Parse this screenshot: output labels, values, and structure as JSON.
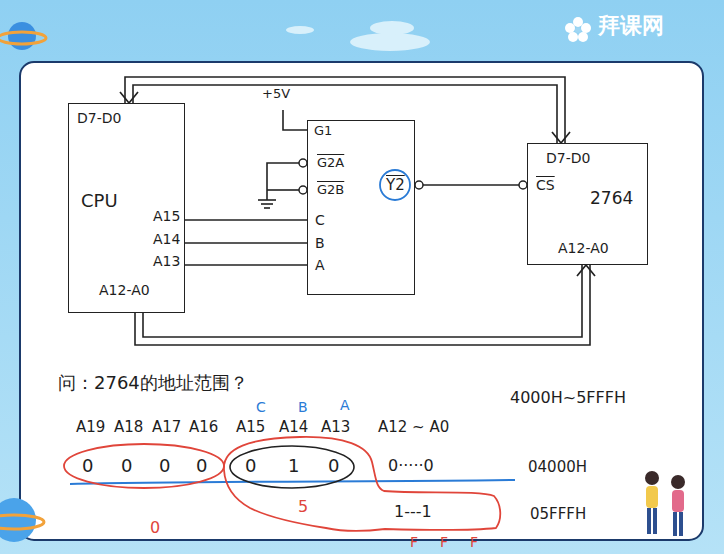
{
  "diagram": {
    "nodes": [
      {
        "text": [
          "D7-D0",
          "CPU",
          "A15",
          "A14",
          "A13",
          "A12-A0"
        ]
      },
      {
        "text": [
          "G1",
          "G2A",
          "G2B",
          "C",
          "B",
          "A",
          "Y2"
        ]
      },
      {
        "text": [
          "D7-D0",
          "CS",
          "2764",
          "A12-A0"
        ]
      }
    ],
    "edges": [
      {
        "from": 0,
        "to": 2,
        "arrow": "both"
      },
      {
        "from": 0,
        "to": 2,
        "arrow": "to"
      },
      {
        "from": 0,
        "to": 1,
        "arrow": "none"
      },
      {
        "from": 0,
        "to": 1,
        "arrow": "none"
      },
      {
        "from": 0,
        "to": 1,
        "arrow": "none"
      },
      {
        "from": 1,
        "to": 2,
        "arrow": "none"
      }
    ],
    "labels": [
      "拜课网",
      "+5V",
      "问：2764的地址范围？",
      "4000H~5FFFH",
      "A19",
      "A18",
      "A17",
      "A16",
      "A15",
      "A14",
      "A13",
      "A12 ~ A0",
      "C",
      "B",
      "A",
      "0",
      "0",
      "0",
      "0",
      "0",
      "1",
      "0",
      "0·····0",
      "04000H",
      "1---1",
      "05FFFH",
      "0",
      "5",
      "F",
      "F",
      "F"
    ]
  }
}
